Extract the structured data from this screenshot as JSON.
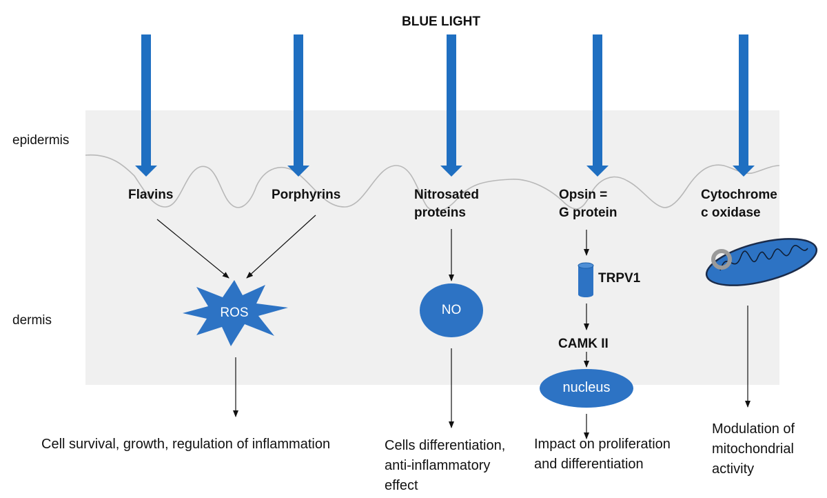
{
  "title": "BLUE LIGHT",
  "layers": {
    "epidermis": "epidermis",
    "dermis": "dermis"
  },
  "chromophores": {
    "flavins": "Flavins",
    "porphyrins": "Porphyrins",
    "nitrosated": "Nitrosated\nproteins",
    "opsin": "Opsin =\nG protein",
    "cytochrome": "Cytochrome\nc oxidase"
  },
  "intermediates": {
    "ros": "ROS",
    "no": "NO",
    "trpv1": "TRPV1",
    "camk": "CAMK II",
    "nucleus": "nucleus"
  },
  "effects": {
    "ros_effect": "Cell survival, growth, regulation of inflammation",
    "no_effect": "Cells differentiation,\nanti-inflammatory\neffect",
    "nucleus_effect": "Impact on proliferation\nand differentiation",
    "mito_effect": "Modulation of\nmitochondrial\nactivity"
  },
  "colors": {
    "arrow_blue": "#1f6fc1",
    "shape_blue": "#2d73c4",
    "skin_bg": "#f0f0f0",
    "wave": "#b8b8b8"
  }
}
